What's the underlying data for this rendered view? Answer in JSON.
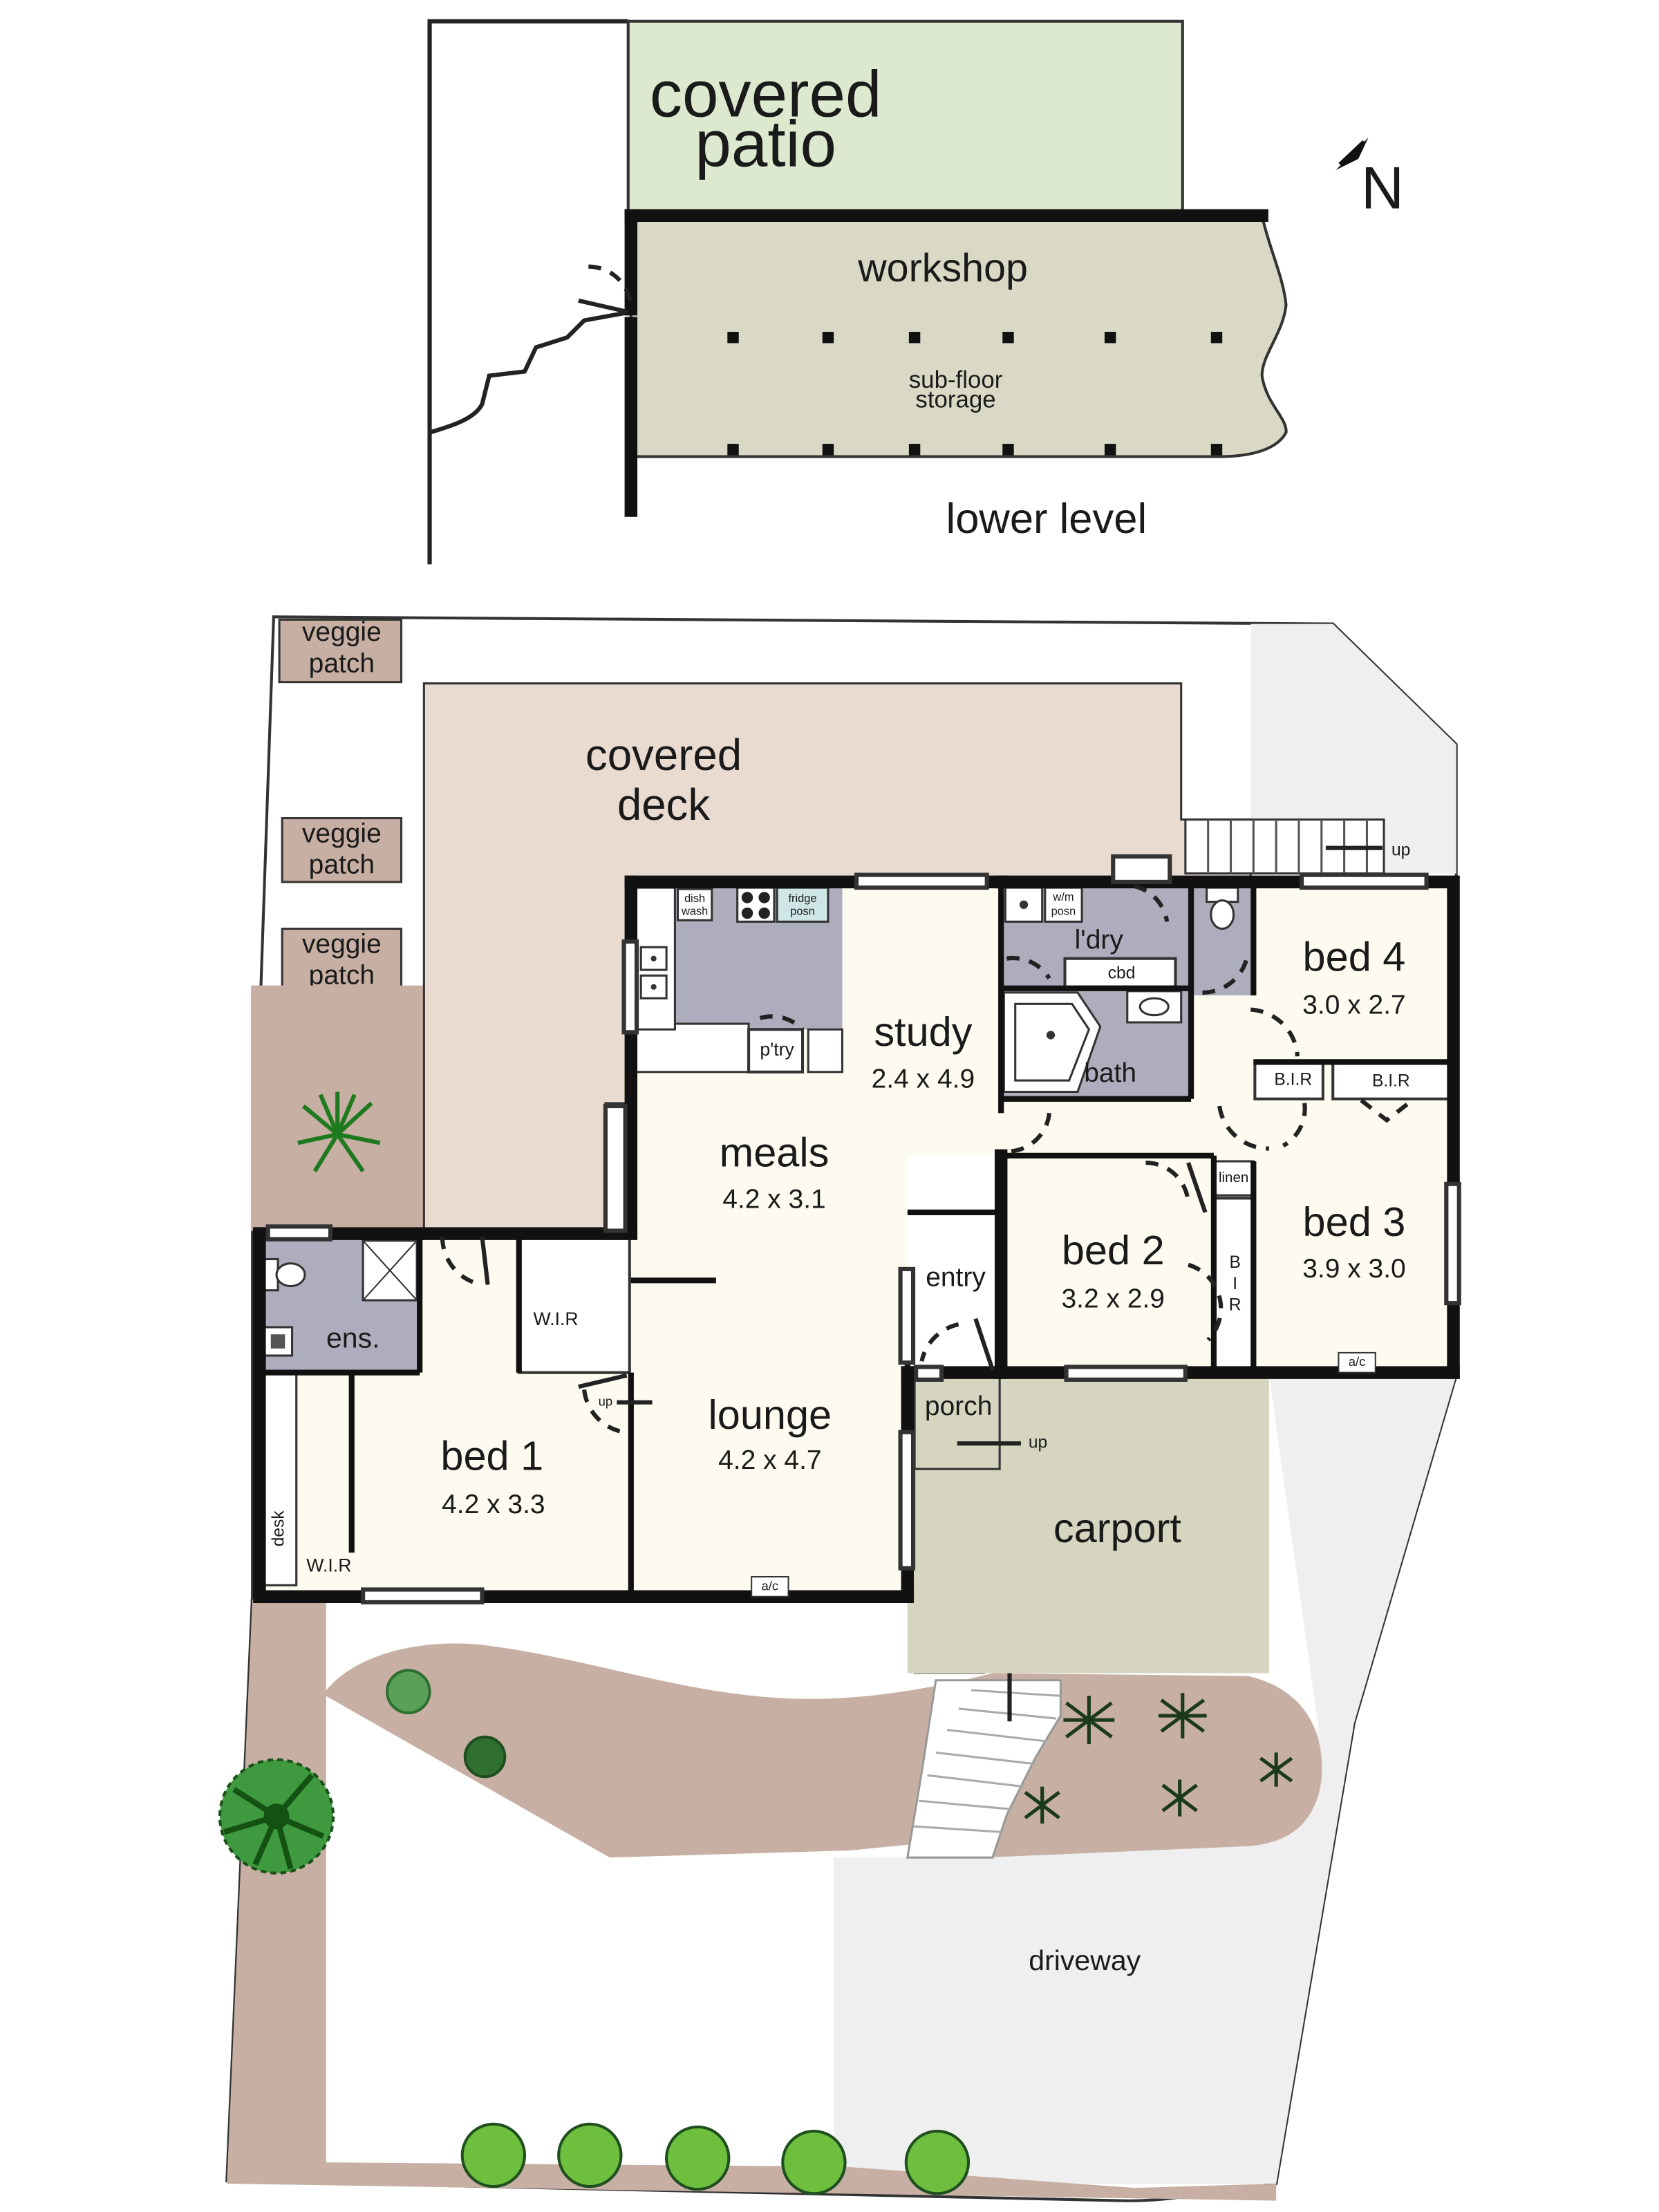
{
  "labels": {
    "covered_patio": [
      "covered",
      "patio"
    ],
    "workshop": "workshop",
    "subfloor_storage": [
      "sub-floor",
      "storage"
    ],
    "lower_level": "lower level",
    "north": "N",
    "veggie_patch": [
      "veggie",
      "patch"
    ],
    "covered_deck": [
      "covered",
      "deck"
    ],
    "up": "up",
    "study": "study",
    "study_dim": "2.4 x 4.9",
    "meals": "meals",
    "meals_dim": "4.2 x 3.1",
    "lounge": "lounge",
    "lounge_dim": "4.2 x 4.7",
    "bed1": "bed 1",
    "bed1_dim": "4.2 x 3.3",
    "bed2": "bed 2",
    "bed2_dim": "3.2 x 2.9",
    "bed3": "bed 3",
    "bed3_dim": "3.9 x 3.0",
    "bed4": "bed 4",
    "bed4_dim": "3.0 x 2.7",
    "laundry": "l'dry",
    "cbd": "cbd",
    "bath": "bath",
    "ensuite": "ens.",
    "wir": "W.I.R",
    "bir": "B.I.R",
    "bir_vertical": [
      "B",
      "I",
      "R"
    ],
    "linen": "linen",
    "entry": "entry",
    "porch": "porch",
    "carport": "carport",
    "pantry": "p'try",
    "dishwasher": [
      "dish",
      "wash"
    ],
    "fridge": [
      "fridge",
      "posn"
    ],
    "wm": [
      "w/m",
      "posn"
    ],
    "desk": "desk",
    "ac": "a/c",
    "driveway": "driveway"
  },
  "colors": {
    "patio_green": "#dde9cf",
    "workshop_tan": "#d9d9c6",
    "deck_pink": "#eadbd1",
    "garden_brown": "#c7b0a3",
    "floor_cream": "#fdfbef",
    "wet_area_grey": "#adadbd",
    "carport_sage": "#d6d6c0",
    "driveway_grey": "#efefef",
    "plant_green": "#2a8a2a"
  },
  "icons": [
    "north-arrow-icon",
    "palm-plant-icon",
    "shrub-icon",
    "tree-icon",
    "toilet-icon",
    "shower-icon",
    "bathtub-icon",
    "sink-icon",
    "cooktop-icon"
  ]
}
